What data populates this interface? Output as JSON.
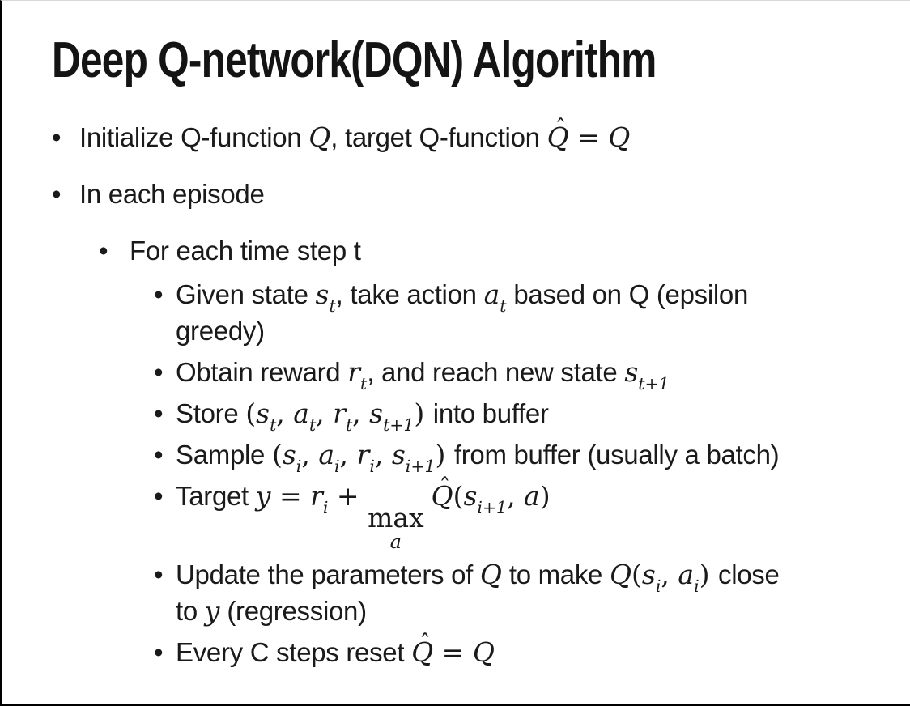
{
  "slide": {
    "title": "Deep Q-network(DQN) Algorithm",
    "colors": {
      "text": "#1a1a1a",
      "frame": "#000000",
      "background": "#ffffff"
    },
    "bullets": [
      {
        "level": 1,
        "segs": [
          {
            "y": "t",
            "v": "Initialize Q-function "
          },
          {
            "y": "i",
            "v": "Q"
          },
          {
            "y": "t",
            "v": ", target Q-function "
          },
          {
            "y": "hat",
            "v": "Q"
          },
          {
            "y": "o",
            "v": " = "
          },
          {
            "y": "i",
            "v": "Q"
          }
        ]
      },
      {
        "level": 1,
        "segs": [
          {
            "y": "t",
            "v": "In each episode"
          }
        ]
      },
      {
        "level": 2,
        "segs": [
          {
            "y": "t",
            "v": "For each time step t"
          }
        ]
      },
      {
        "level": 3,
        "segs": [
          {
            "y": "t",
            "v": "Given state "
          },
          {
            "y": "is",
            "v": "s",
            "s": "t"
          },
          {
            "y": "t",
            "v": ", take action "
          },
          {
            "y": "is",
            "v": "a",
            "s": "t"
          },
          {
            "y": "t",
            "v": " based on Q (epsilon"
          },
          {
            "y": "br"
          },
          {
            "y": "t",
            "v": "greedy)"
          }
        ]
      },
      {
        "level": 3,
        "segs": [
          {
            "y": "t",
            "v": "Obtain reward "
          },
          {
            "y": "is",
            "v": "r",
            "s": "t"
          },
          {
            "y": "t",
            "v": ", and reach new state "
          },
          {
            "y": "is",
            "v": "s",
            "s": "t+1"
          }
        ]
      },
      {
        "level": 3,
        "segs": [
          {
            "y": "t",
            "v": "Store "
          },
          {
            "y": "o",
            "v": "("
          },
          {
            "y": "is",
            "v": "s",
            "s": "t"
          },
          {
            "y": "o",
            "v": ", "
          },
          {
            "y": "is",
            "v": "a",
            "s": "t"
          },
          {
            "y": "o",
            "v": ", "
          },
          {
            "y": "is",
            "v": "r",
            "s": "t"
          },
          {
            "y": "o",
            "v": ", "
          },
          {
            "y": "is",
            "v": "s",
            "s": "t+1"
          },
          {
            "y": "o",
            "v": ") "
          },
          {
            "y": "t",
            "v": "into buffer"
          }
        ]
      },
      {
        "level": 3,
        "segs": [
          {
            "y": "t",
            "v": "Sample "
          },
          {
            "y": "o",
            "v": "("
          },
          {
            "y": "is",
            "v": "s",
            "s": "i"
          },
          {
            "y": "o",
            "v": ", "
          },
          {
            "y": "is",
            "v": "a",
            "s": "i"
          },
          {
            "y": "o",
            "v": ", "
          },
          {
            "y": "is",
            "v": "r",
            "s": "i"
          },
          {
            "y": "o",
            "v": ", "
          },
          {
            "y": "is",
            "v": "s",
            "s": "i+1"
          },
          {
            "y": "o",
            "v": ") "
          },
          {
            "y": "t",
            "v": "from buffer (usually a batch)"
          }
        ]
      },
      {
        "level": 3,
        "segs": [
          {
            "y": "t",
            "v": "Target "
          },
          {
            "y": "i",
            "v": "y"
          },
          {
            "y": "o",
            "v": " = "
          },
          {
            "y": "is",
            "v": "r",
            "s": "i"
          },
          {
            "y": "o",
            "v": " + "
          },
          {
            "y": "max",
            "v": "max",
            "s": "a"
          },
          {
            "y": "t",
            "v": " "
          },
          {
            "y": "hat",
            "v": "Q"
          },
          {
            "y": "o",
            "v": "("
          },
          {
            "y": "is",
            "v": "s",
            "s": "i+1"
          },
          {
            "y": "o",
            "v": ", "
          },
          {
            "y": "i",
            "v": "a"
          },
          {
            "y": "o",
            "v": ")"
          }
        ]
      },
      {
        "level": 3,
        "segs": [
          {
            "y": "t",
            "v": "Update the parameters of "
          },
          {
            "y": "i",
            "v": "Q"
          },
          {
            "y": "t",
            "v": " to make "
          },
          {
            "y": "i",
            "v": "Q"
          },
          {
            "y": "o",
            "v": "("
          },
          {
            "y": "is",
            "v": "s",
            "s": "i"
          },
          {
            "y": "o",
            "v": ", "
          },
          {
            "y": "is",
            "v": "a",
            "s": "i"
          },
          {
            "y": "o",
            "v": ") "
          },
          {
            "y": "t",
            "v": "close"
          },
          {
            "y": "br"
          },
          {
            "y": "t",
            "v": "to "
          },
          {
            "y": "i",
            "v": "y"
          },
          {
            "y": "t",
            "v": " (regression)"
          }
        ]
      },
      {
        "level": 3,
        "segs": [
          {
            "y": "t",
            "v": "Every C steps reset "
          },
          {
            "y": "hat",
            "v": "Q"
          },
          {
            "y": "o",
            "v": " = "
          },
          {
            "y": "i",
            "v": "Q"
          }
        ]
      }
    ]
  }
}
